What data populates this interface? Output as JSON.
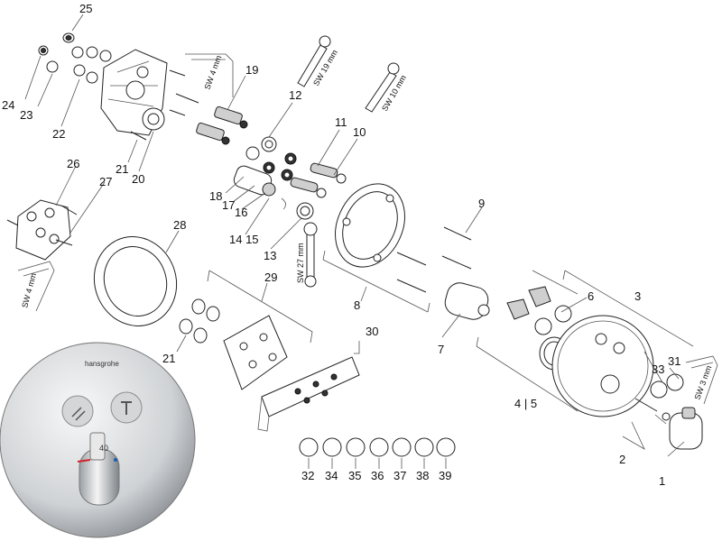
{
  "labels": [
    "1",
    "2",
    "3",
    "4 | 5",
    "6",
    "7",
    "8",
    "9",
    "10",
    "11",
    "12",
    "13",
    "14 15",
    "16",
    "17",
    "18",
    "19",
    "20",
    "21",
    "22",
    "23",
    "24",
    "25",
    "26",
    "27",
    "28",
    "29",
    "30",
    "21",
    "31",
    "32",
    "33",
    "34",
    "35",
    "36",
    "37",
    "38",
    "39"
  ],
  "wrench_labels": {
    "sw4_top": "SW 4 mm",
    "sw19": "SW 19 mm",
    "sw10": "SW 10 mm",
    "sw27": "SW 27 mm",
    "sw4_left": "SW 4 mm",
    "sw3": "SW 3 mm"
  },
  "faceplate": {
    "brand": "hansgrohe",
    "temp_marking": "40"
  }
}
